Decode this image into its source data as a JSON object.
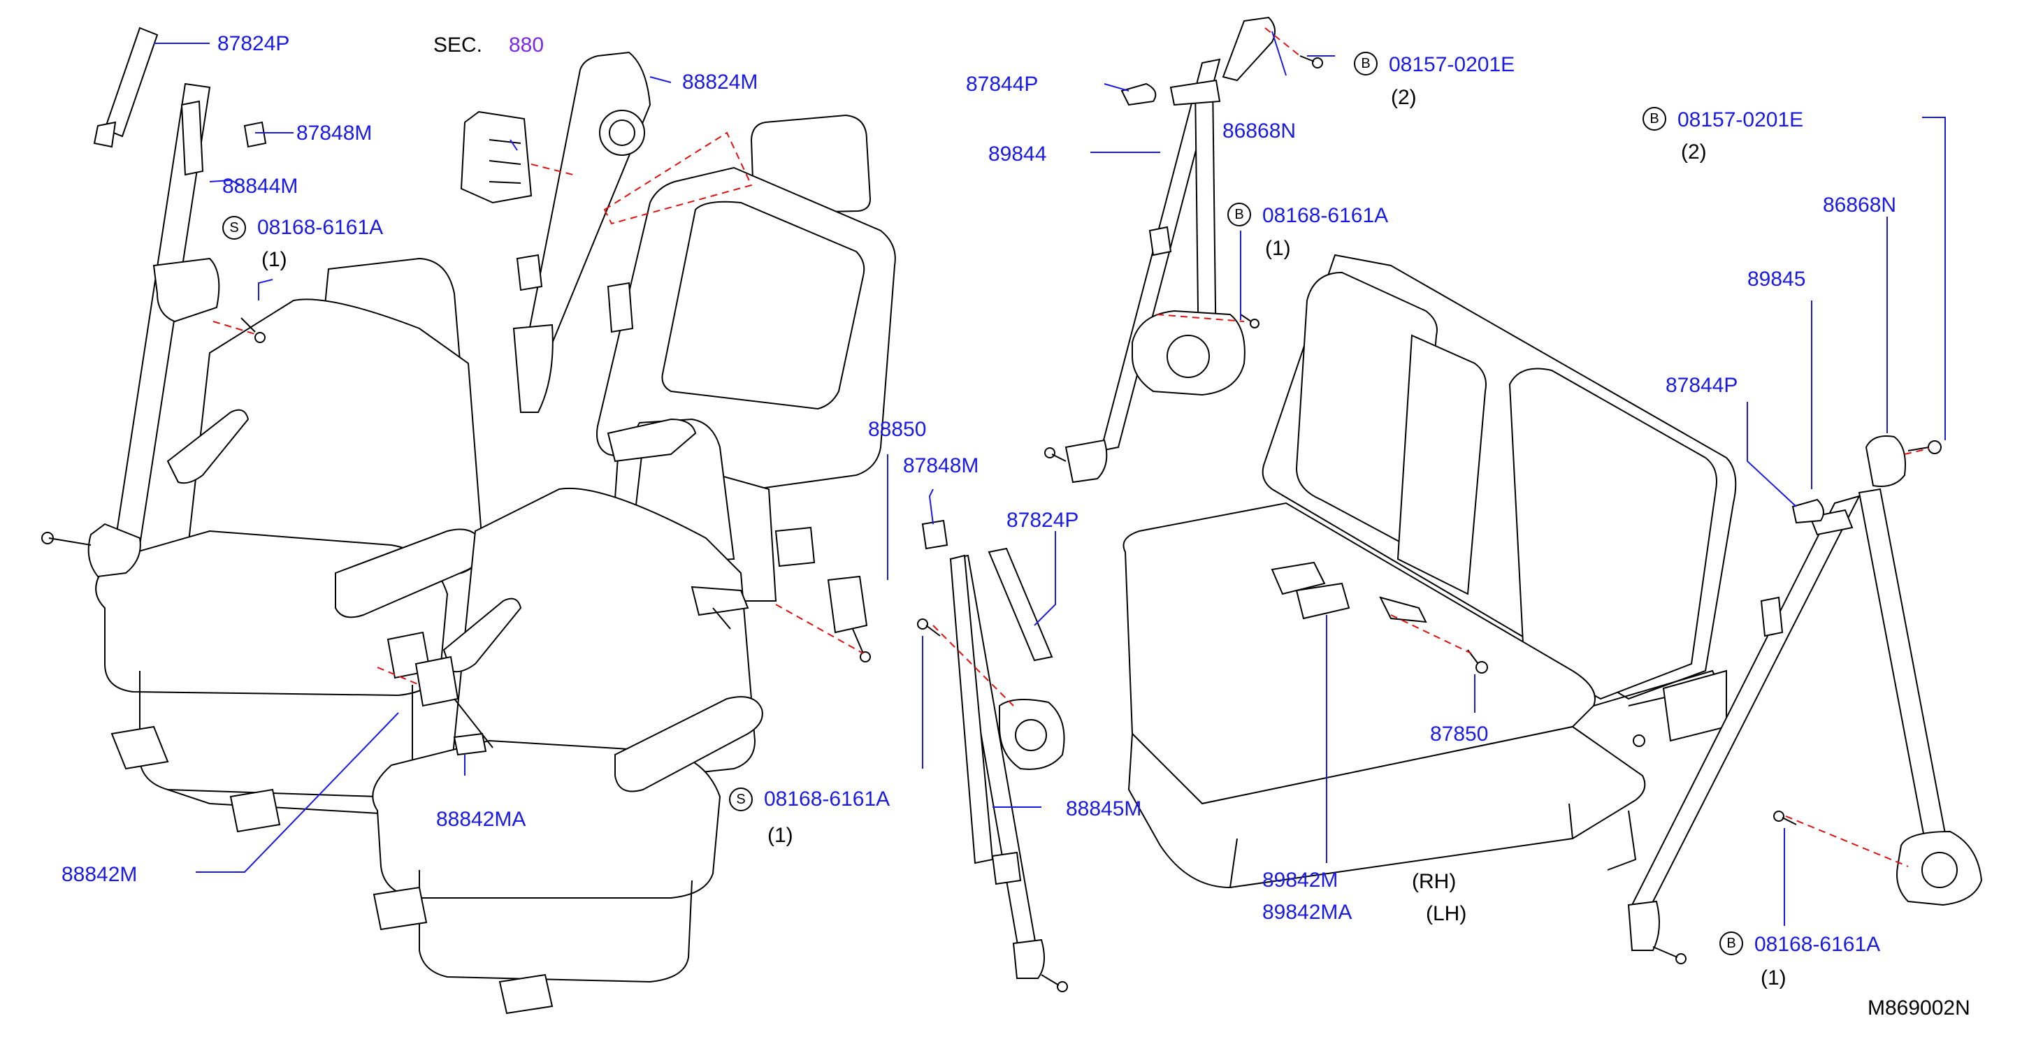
{
  "labels": {
    "p87824p_top": "87824P",
    "p87848m_left": "87848M",
    "p88844m": "88844M",
    "marker_s": "S",
    "marker_b": "B",
    "p08168_left": "08168-6161A",
    "qty1_a": "(1)",
    "sec": "SEC.",
    "sec_num": "880",
    "p88824m": "88824M",
    "p88850": "88850",
    "p87848m_center": "87848M",
    "p87824p_center": "87824P",
    "p88845m": "88845M",
    "p08168_center": "08168-6161A",
    "qty1_b": "(1)",
    "p88842ma": "88842MA",
    "p88842m": "88842M",
    "p87844p_left": "87844P",
    "p89844": "89844",
    "p86868n_left": "86868N",
    "p08157_left": "08157-0201E",
    "qty2_a": "(2)",
    "p08168_rear": "08168-6161A",
    "qty1_c": "(1)",
    "p87850": "87850",
    "p89842m": "89842M",
    "rh": "(RH)",
    "p89842ma": "89842MA",
    "lh": "(LH)",
    "p08157_right": "08157-0201E",
    "qty2_b": "(2)",
    "p86868n_right": "86868N",
    "p89845": "89845",
    "p87844p_right": "87844P",
    "p08168_right": "08168-6161A",
    "qty1_d": "(1)",
    "diagram_id": "M869002N"
  },
  "colors": {
    "part_number": "#1a1ae6",
    "section_number": "#7a2ae6",
    "dashed_line": "#e01010",
    "line_art": "#000000"
  }
}
